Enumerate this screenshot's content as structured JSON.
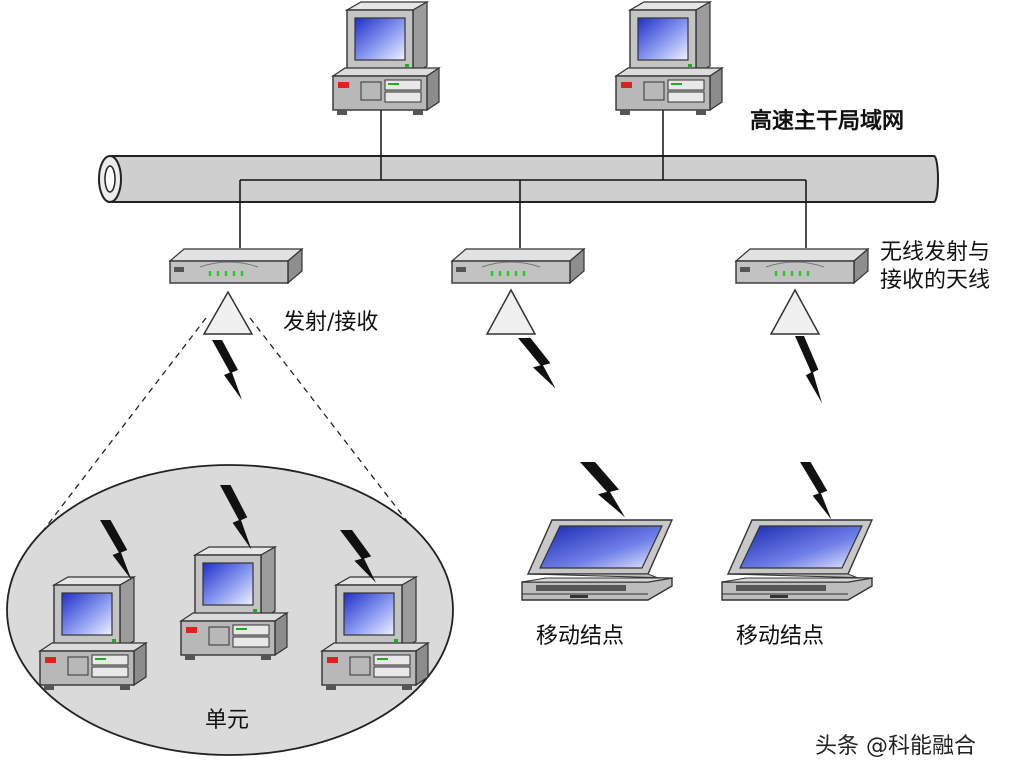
{
  "labels": {
    "backbone": "高速主干局域网",
    "tx_rx": "发射/接收",
    "antenna_line1": "无线发射与",
    "antenna_line2": "接收的天线",
    "cell": "单元",
    "mobile_node_1": "移动结点",
    "mobile_node_2": "移动结点"
  },
  "watermark": "头条 @科能融合",
  "colors": {
    "pipe": "#d0d0d0",
    "device_body": "#c8c8c8",
    "screen": "#4050d8",
    "cell_fill": "#dcdcdc",
    "led_green": "#22cc22",
    "led_red": "#dd2222"
  }
}
